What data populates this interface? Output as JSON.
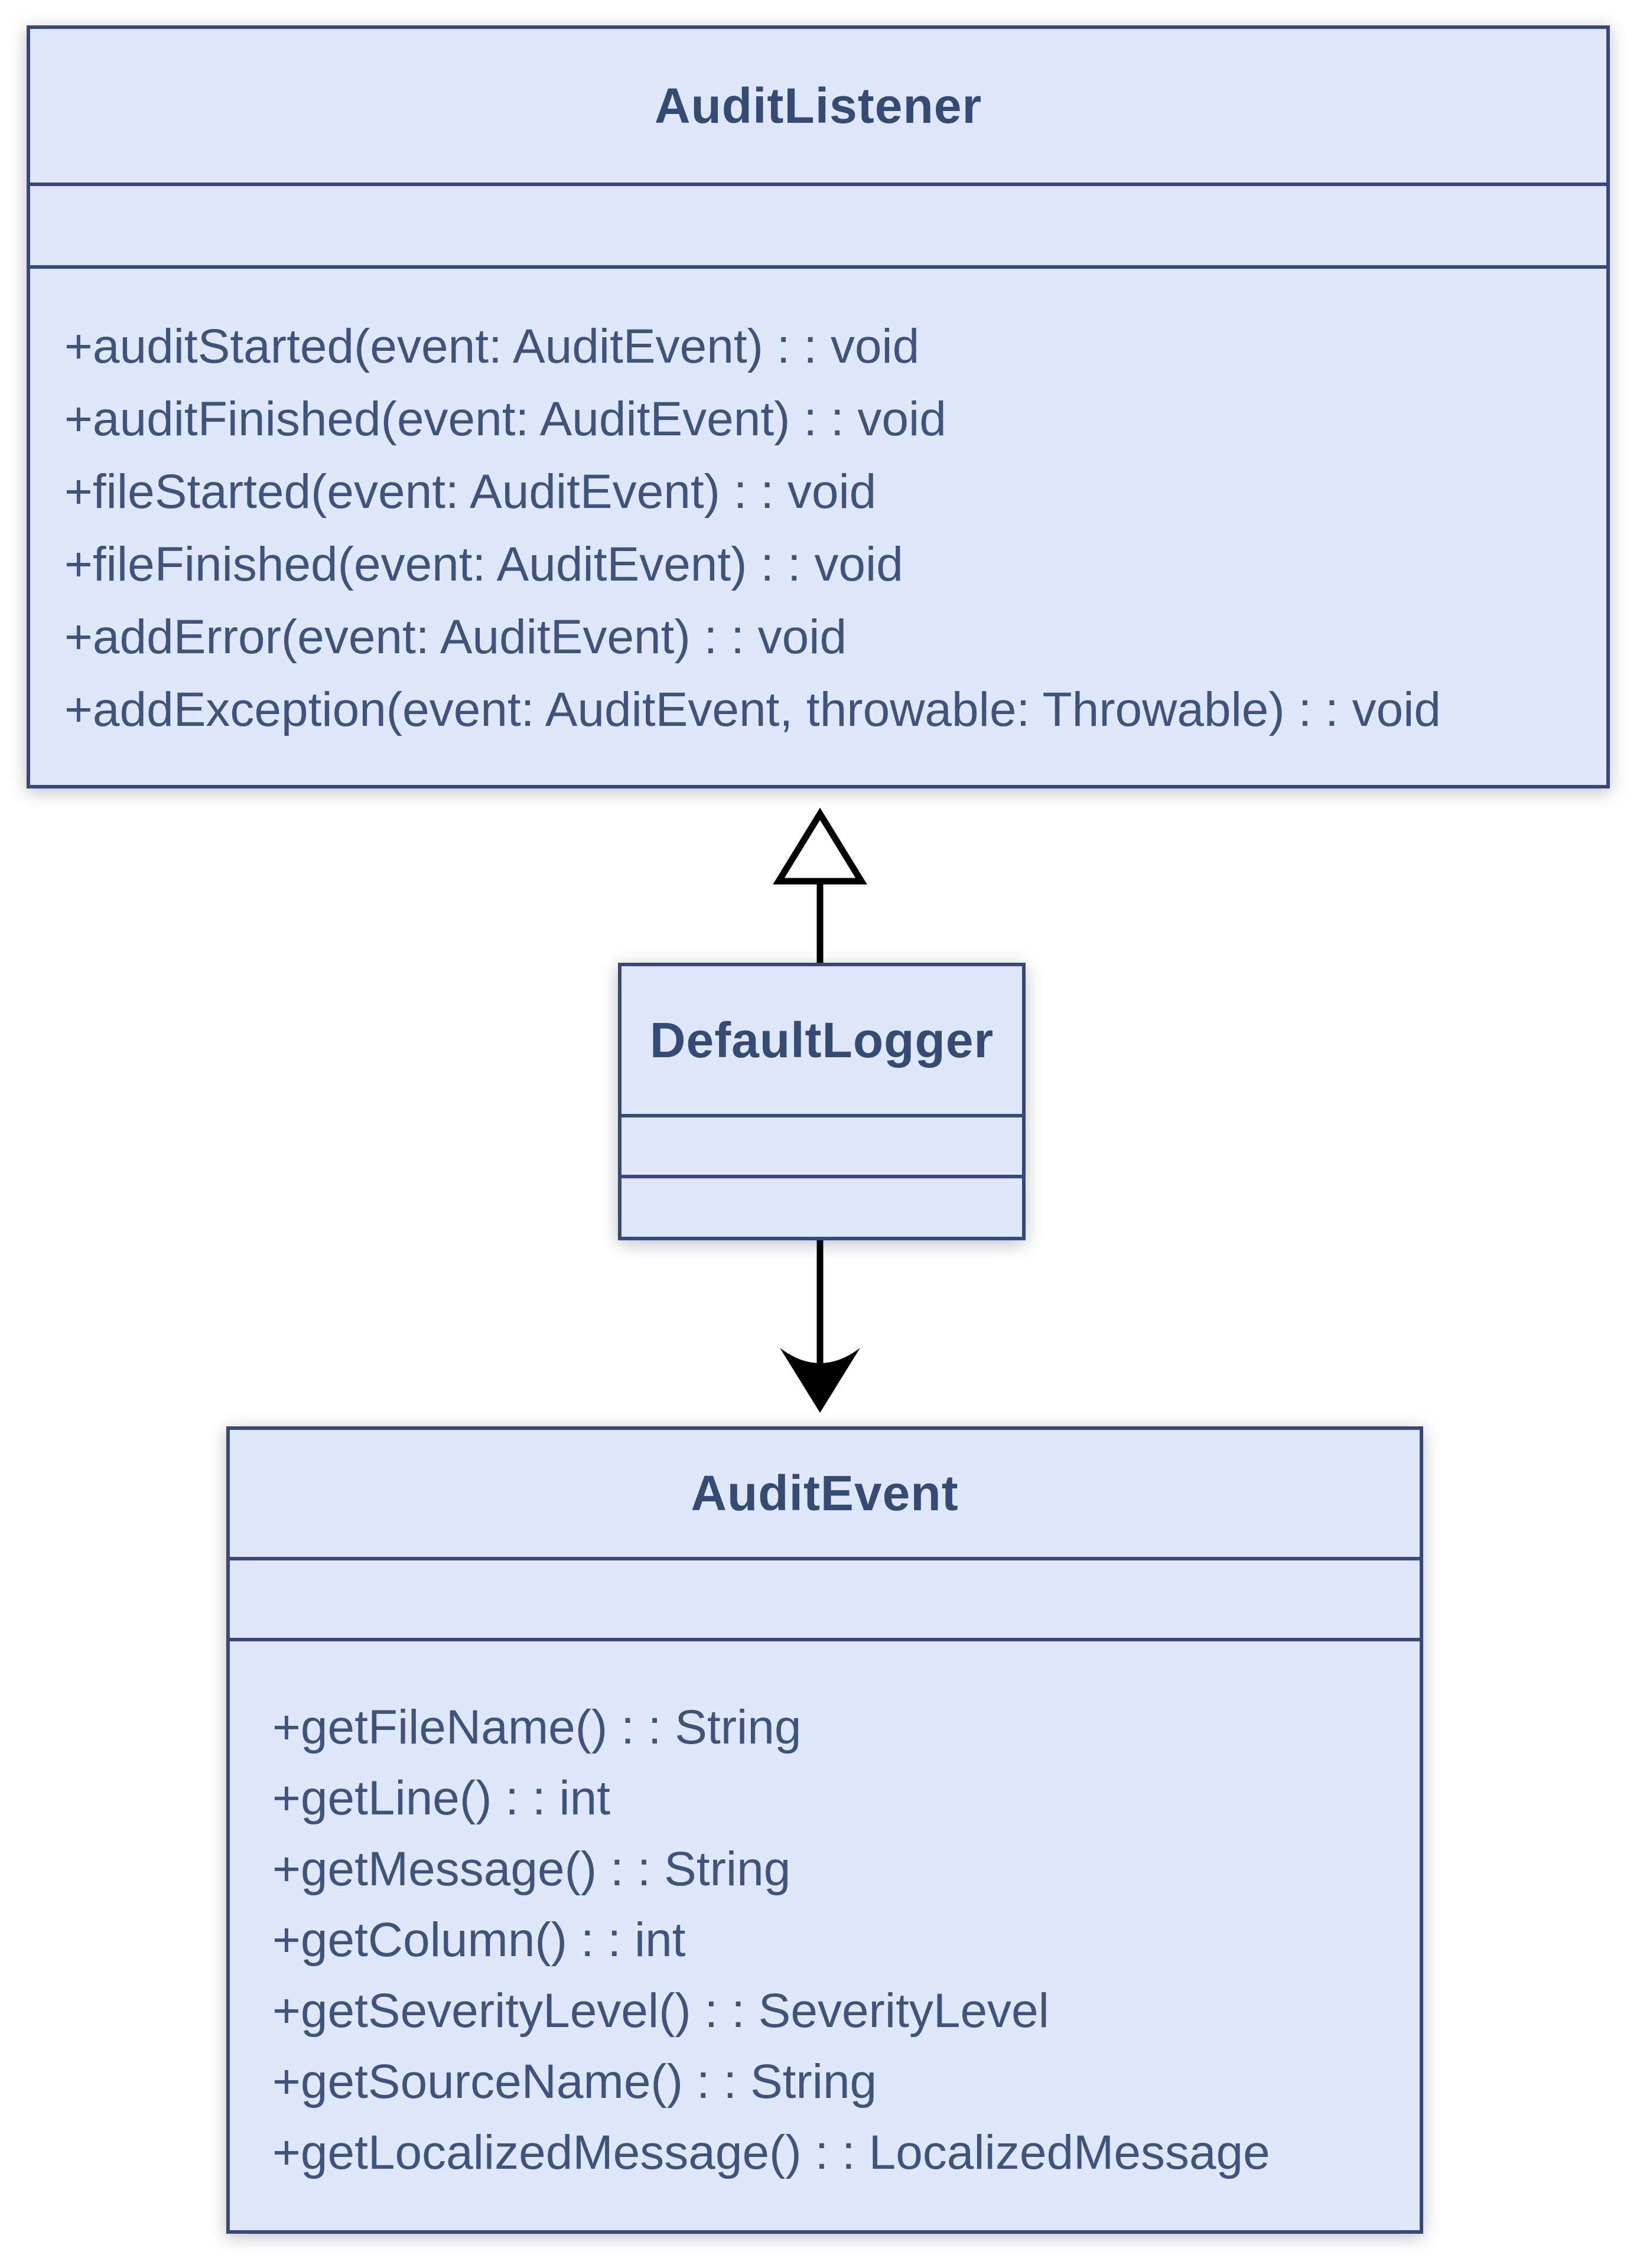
{
  "classes": [
    {
      "id": "audit-listener",
      "name": "AuditListener",
      "attributes": [],
      "methods": [
        "+auditStarted(event: AuditEvent) : : void",
        "+auditFinished(event: AuditEvent) : : void",
        "+fileStarted(event: AuditEvent) : : void",
        "+fileFinished(event: AuditEvent) : : void",
        "+addError(event: AuditEvent) : : void",
        "+addException(event: AuditEvent, throwable: Throwable) : : void"
      ]
    },
    {
      "id": "default-logger",
      "name": "DefaultLogger",
      "attributes": [],
      "methods": []
    },
    {
      "id": "audit-event",
      "name": "AuditEvent",
      "attributes": [],
      "methods": [
        "+getFileName() : : String",
        "+getLine() : : int",
        "+getMessage() : : String",
        "+getColumn() : : int",
        "+getSeverityLevel() : : SeverityLevel",
        "+getSourceName() : : String",
        "+getLocalizedMessage() : : LocalizedMessage"
      ]
    }
  ],
  "relationships": [
    {
      "from": "DefaultLogger",
      "to": "AuditListener",
      "type": "generalization",
      "arrowhead": "hollow-triangle"
    },
    {
      "from": "DefaultLogger",
      "to": "AuditEvent",
      "type": "directed-association",
      "arrowhead": "filled-arrow"
    }
  ],
  "colors": {
    "class_fill": "#dfe8fb",
    "class_border": "#36497a",
    "title_text": "#344b74",
    "method_text": "#3f547d",
    "connector": "#000000",
    "page_bg": "#ffffff"
  }
}
